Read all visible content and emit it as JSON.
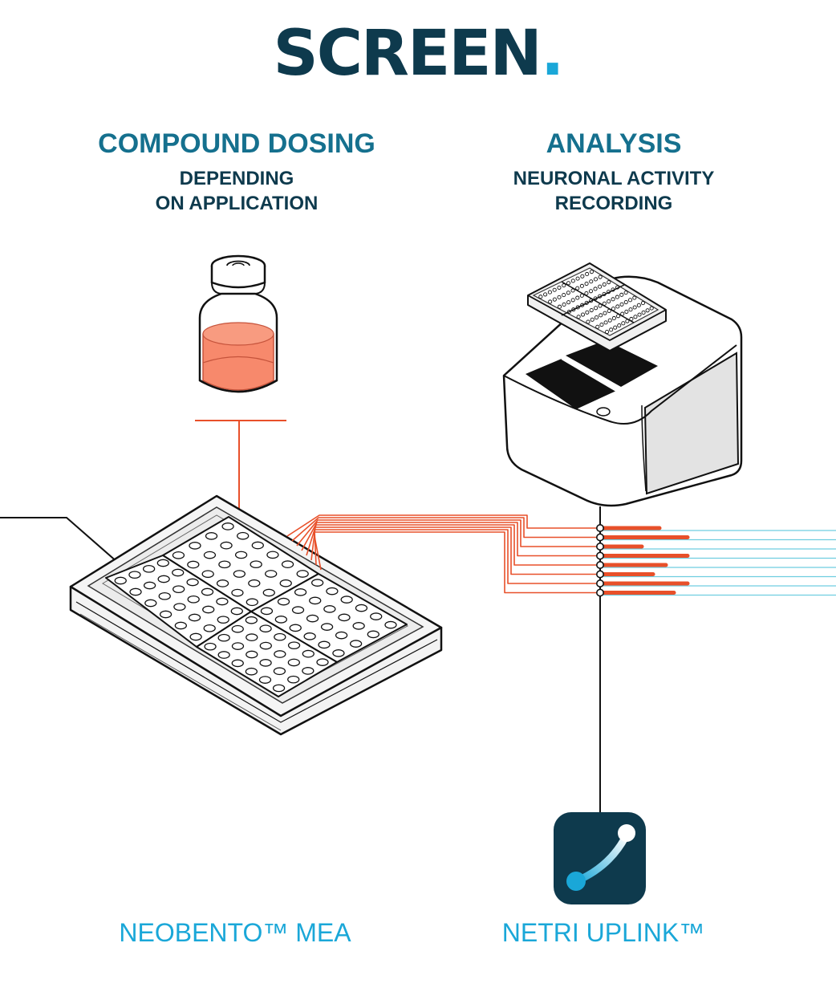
{
  "brand": {
    "title": "SCREEN",
    "dot": "."
  },
  "compound_dosing": {
    "title": "COMPOUND DOSING",
    "subtitle_line1": "DEPENDING",
    "subtitle_line2": "ON APPLICATION"
  },
  "analysis": {
    "title": "ANALYSIS",
    "subtitle_line1": "NEURONAL ACTIVITY",
    "subtitle_line2": "RECORDING"
  },
  "products": {
    "mea_label": "NEOBENTO™ MEA",
    "uplink_label": "NETRI UPLINK™"
  },
  "colors": {
    "navy": "#0e3a4d",
    "teal": "#15708e",
    "cyan": "#1aa7d8",
    "orange": "#e8502a",
    "liquid": "#f7896c",
    "line_blue": "#6fcde0"
  },
  "icons": {
    "vial": "vial-icon",
    "reader": "recording-device-icon",
    "plate": "mea-plate-icon",
    "app": "uplink-app-icon"
  }
}
